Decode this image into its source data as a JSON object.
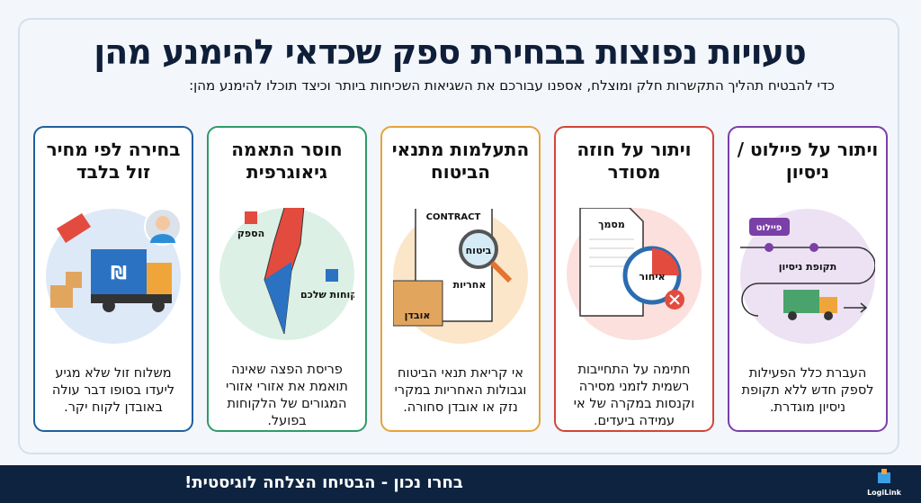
{
  "header": {
    "title": "טעויות נפוצות בבחירת ספק שכדאי להימנע מהן",
    "subtitle": "כדי להבטיח תהליך התקשרות חלק ומוצלח, אספנו עבורכם את השגיאות השכיחות ביותר וכיצד תוכלו להימנע מהן:"
  },
  "cards": [
    {
      "title": "ויתור על פיילוט / ניסיון",
      "description": "העברת כלל הפעילות לספק חדש ללא תקופת ניסיון מוגדרת.",
      "color": "#7b3fa8",
      "labels": {
        "tag": "פיילוט",
        "period": "תקופת ניסיון"
      }
    },
    {
      "title": "ויתור על חוזה מסודר",
      "description": "חתימה על התחייבות רשמית לזמני מסירה וקנסות במקרה של אי עמידה ביעדים.",
      "color": "#d2453a",
      "labels": {
        "doc": "מסמך",
        "delay": "איחור"
      }
    },
    {
      "title": "התעלמות מתנאי הביטוח",
      "description": "אי קריאת תנאי הביטוח וגבולות האחריות במקרי נזק או אובדן סחורה.",
      "color": "#e7a23a",
      "labels": {
        "contract": "CONTRACT",
        "insurance": "ביטוח",
        "liability": "אחריות",
        "loss": "אובדן"
      }
    },
    {
      "title": "חוסר התאמה גיאוגרפית",
      "description": "פריסת הפצה שאינה תואמת את אזורי אזורי המגורים של הלקוחות בפועל.",
      "color": "#2f9a6a",
      "labels": {
        "supplier": "הספק",
        "customers": "לקוחות שלכם"
      }
    },
    {
      "title": "בחירה לפי מחיר זול בלבד",
      "description": "משלוח זול שלא מגיע ליעדו בסופו דבר עולה באובדן לקוח יקר.",
      "color": "#1f5f9e",
      "labels": {}
    }
  ],
  "footer": {
    "slogan": "בחרו נכון - הבטיחו הצלחה לוגיסטית!",
    "brand": "LogiLink"
  }
}
